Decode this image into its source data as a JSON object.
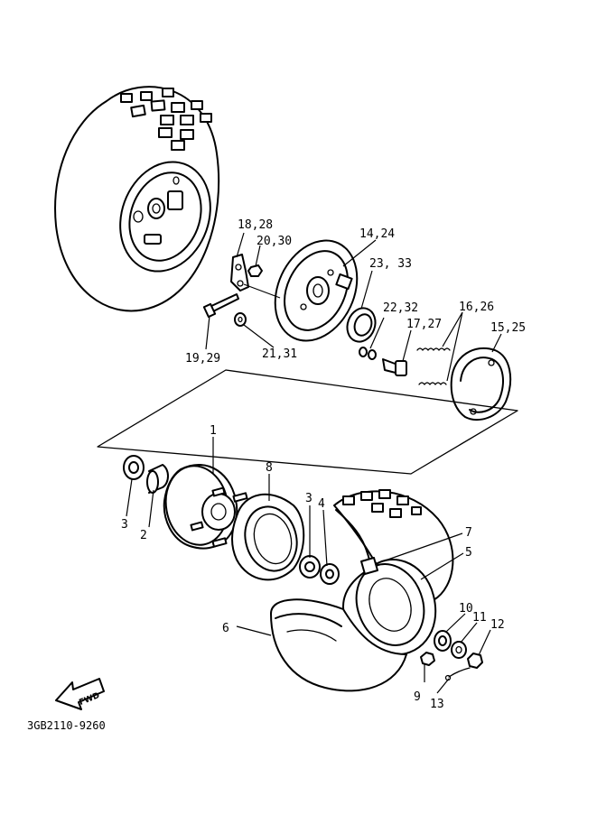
{
  "callouts": [
    {
      "id": "c1",
      "text": "1"
    },
    {
      "id": "c2",
      "text": "2"
    },
    {
      "id": "c3a",
      "text": "3"
    },
    {
      "id": "c3b",
      "text": "3"
    },
    {
      "id": "c4",
      "text": "4"
    },
    {
      "id": "c5",
      "text": "5"
    },
    {
      "id": "c6",
      "text": "6"
    },
    {
      "id": "c7",
      "text": "7"
    },
    {
      "id": "c8",
      "text": "8"
    },
    {
      "id": "c9",
      "text": "9"
    },
    {
      "id": "c10",
      "text": "10"
    },
    {
      "id": "c11",
      "text": "11"
    },
    {
      "id": "c12",
      "text": "12"
    },
    {
      "id": "c13",
      "text": "13"
    },
    {
      "id": "c14",
      "text": "14,24"
    },
    {
      "id": "c15",
      "text": "15,25"
    },
    {
      "id": "c16",
      "text": "16,26"
    },
    {
      "id": "c17",
      "text": "17,27"
    },
    {
      "id": "c18",
      "text": "18,28"
    },
    {
      "id": "c19",
      "text": "19,29"
    },
    {
      "id": "c20",
      "text": "20,30"
    },
    {
      "id": "c21",
      "text": "21,31"
    },
    {
      "id": "c22",
      "text": "22,32"
    },
    {
      "id": "c23",
      "text": "23, 33"
    }
  ],
  "fwd_label": "FWD",
  "diagram_code": "3GB2110-9260"
}
